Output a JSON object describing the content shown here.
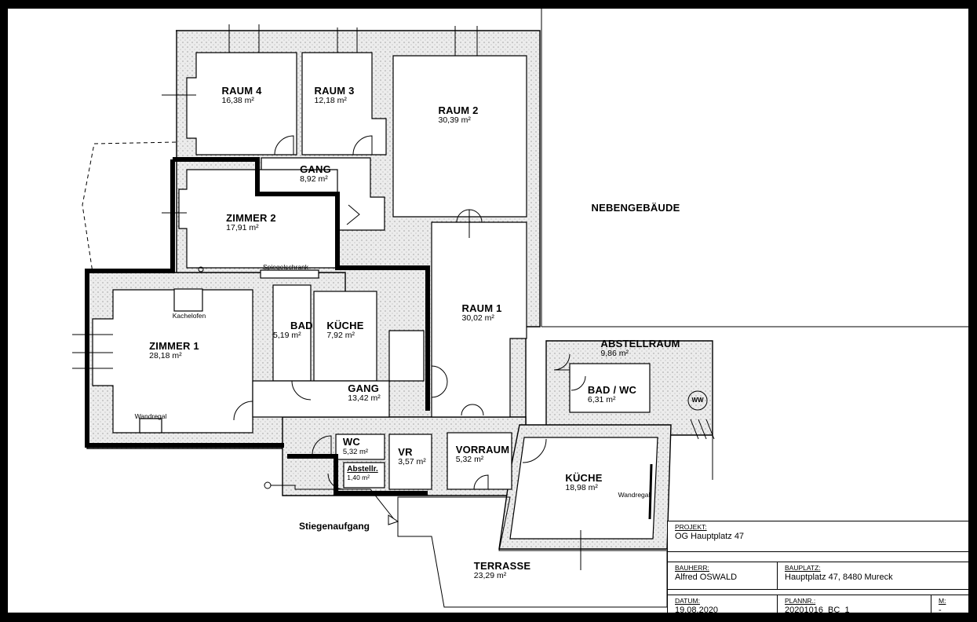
{
  "rooms": [
    {
      "id": "raum4",
      "name": "RAUM 4",
      "area": "16,38 m²"
    },
    {
      "id": "raum3",
      "name": "RAUM 3",
      "area": "12,18 m²"
    },
    {
      "id": "raum2",
      "name": "RAUM 2",
      "area": "30,39 m²"
    },
    {
      "id": "gang-top",
      "name": "GANG",
      "area": "8,92 m²"
    },
    {
      "id": "zimmer2",
      "name": "ZIMMER 2",
      "area": "17,91 m²"
    },
    {
      "id": "zimmer1",
      "name": "ZIMMER 1",
      "area": "28,18 m²"
    },
    {
      "id": "bad",
      "name": "BAD",
      "area": "5,19 m²"
    },
    {
      "id": "kueche-small",
      "name": "KÜCHE",
      "area": "7,92 m²"
    },
    {
      "id": "raum1",
      "name": "RAUM 1",
      "area": "30,02 m²"
    },
    {
      "id": "gang-mid",
      "name": "GANG",
      "area": "13,42 m²"
    },
    {
      "id": "abstellraum",
      "name": "ABSTELLRAUM",
      "area": "9,86 m²"
    },
    {
      "id": "bad-wc",
      "name": "BAD / WC",
      "area": "6,31 m²"
    },
    {
      "id": "wc",
      "name": "WC",
      "area": "5,32 m²"
    },
    {
      "id": "vr",
      "name": "VR",
      "area": "3,57 m²"
    },
    {
      "id": "abstellr",
      "name": "Abstellr.",
      "area": "1,40 m²"
    },
    {
      "id": "vorraum",
      "name": "VORRAUM",
      "area": "5,32 m²"
    },
    {
      "id": "kueche-large",
      "name": "KÜCHE",
      "area": "18,98 m²"
    },
    {
      "id": "terrasse",
      "name": "TERRASSE",
      "area": "23,29 m²"
    }
  ],
  "annotations": {
    "nebengebaeude": "NEBENGEBÄUDE",
    "spiegelschrank": "Spiegelschrank",
    "kachelofen": "Kachelofen",
    "wandregal_left": "Wandregal",
    "wandregal_right": "Wandregal",
    "ww": "WW",
    "stiegenaufgang": "Stiegenaufgang"
  },
  "title_block": {
    "projekt_label": "PROJEKT:",
    "projekt_value": "OG Hauptplatz 47",
    "bauherr_label": "BAUHERR:",
    "bauherr_value": "Alfred OSWALD",
    "bauplatz_label": "BAUPLATZ:",
    "bauplatz_value": "Hauptplatz 47, 8480 Mureck",
    "datum_label": "DATUM:",
    "datum_value": "19.08.2020",
    "plannr_label": "PLANNR.:",
    "plannr_value": "20201016_BC_1",
    "m_label": "M:",
    "m_value": "-"
  }
}
